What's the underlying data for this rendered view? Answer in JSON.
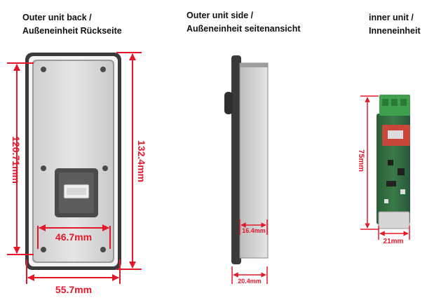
{
  "captions": {
    "back": [
      "Outer unit back /",
      "Außeneinheit Rückseite"
    ],
    "side": [
      "Outer unit side /",
      "Außeneinheit seitenansicht"
    ],
    "inner": [
      "inner unit /",
      "Inneneinheit"
    ]
  },
  "dimensions": {
    "back_height_left": "120.71mm",
    "back_height_right": "132.4mm",
    "back_inner_width": "46.7mm",
    "back_width": "55.7mm",
    "side_depth_inner": "16.4mm",
    "side_depth_outer": "20.4mm",
    "inner_height": "75mm",
    "inner_width": "21mm"
  },
  "colors": {
    "dimension": "#e5182b",
    "housing": "#3a3a3a",
    "plate": "#d9d9d9",
    "pcb": "#2f6b3c",
    "terminal": "#3ea04c",
    "relay": "#c8463a"
  }
}
